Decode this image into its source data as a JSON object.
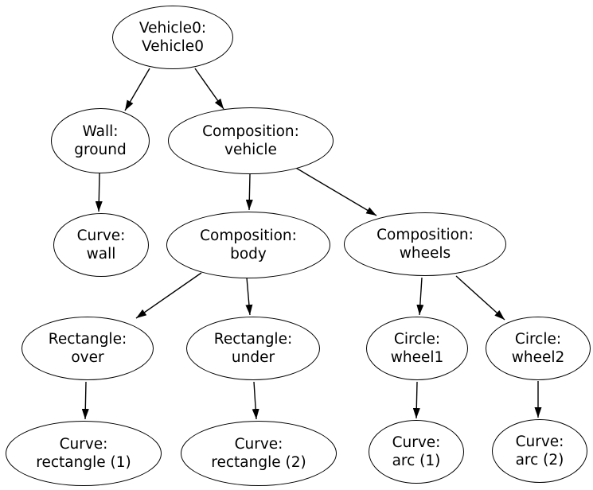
{
  "diagram": {
    "kind": "tree-graph",
    "background_color": "#ffffff",
    "node_fill_color": "#ffffff",
    "node_stroke_color": "#000000",
    "text_color": "#000000",
    "nodes": [
      {
        "id": "vehicle0",
        "line1": "Vehicle0:",
        "line2": "Vehicle0"
      },
      {
        "id": "wall-ground",
        "line1": "Wall:",
        "line2": "ground"
      },
      {
        "id": "composition-vehicle",
        "line1": "Composition:",
        "line2": "vehicle"
      },
      {
        "id": "curve-wall",
        "line1": "Curve:",
        "line2": "wall"
      },
      {
        "id": "composition-body",
        "line1": "Composition:",
        "line2": "body"
      },
      {
        "id": "composition-wheels",
        "line1": "Composition:",
        "line2": "wheels"
      },
      {
        "id": "rectangle-over",
        "line1": "Rectangle:",
        "line2": "over"
      },
      {
        "id": "rectangle-under",
        "line1": "Rectangle:",
        "line2": "under"
      },
      {
        "id": "circle-wheel1",
        "line1": "Circle:",
        "line2": "wheel1"
      },
      {
        "id": "circle-wheel2",
        "line1": "Circle:",
        "line2": "wheel2"
      },
      {
        "id": "curve-rectangle-1",
        "line1": "Curve:",
        "line2": "rectangle (1)"
      },
      {
        "id": "curve-rectangle-2",
        "line1": "Curve:",
        "line2": "rectangle (2)"
      },
      {
        "id": "curve-arc-1",
        "line1": "Curve:",
        "line2": "arc (1)"
      },
      {
        "id": "curve-arc-2",
        "line1": "Curve:",
        "line2": "arc (2)"
      }
    ],
    "edges": [
      {
        "from": "vehicle0",
        "to": "wall-ground"
      },
      {
        "from": "vehicle0",
        "to": "composition-vehicle"
      },
      {
        "from": "wall-ground",
        "to": "curve-wall"
      },
      {
        "from": "composition-vehicle",
        "to": "composition-body"
      },
      {
        "from": "composition-vehicle",
        "to": "composition-wheels"
      },
      {
        "from": "composition-body",
        "to": "rectangle-over"
      },
      {
        "from": "composition-body",
        "to": "rectangle-under"
      },
      {
        "from": "composition-wheels",
        "to": "circle-wheel1"
      },
      {
        "from": "composition-wheels",
        "to": "circle-wheel2"
      },
      {
        "from": "rectangle-over",
        "to": "curve-rectangle-1"
      },
      {
        "from": "rectangle-under",
        "to": "curve-rectangle-2"
      },
      {
        "from": "circle-wheel1",
        "to": "curve-arc-1"
      },
      {
        "from": "circle-wheel2",
        "to": "curve-arc-2"
      }
    ]
  }
}
